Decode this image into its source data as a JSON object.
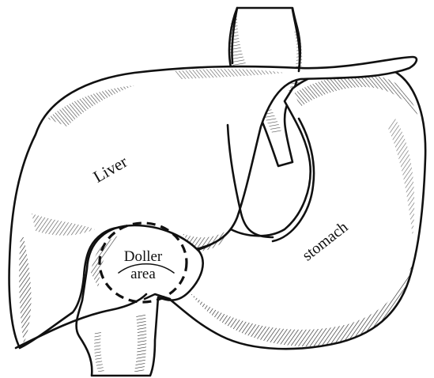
{
  "labels": {
    "liver": "Liver",
    "stomach": "stomach",
    "doller_line1": "Doller",
    "doller_line2": "area"
  },
  "colors": {
    "ink": "#111111",
    "paper": "#ffffff"
  }
}
